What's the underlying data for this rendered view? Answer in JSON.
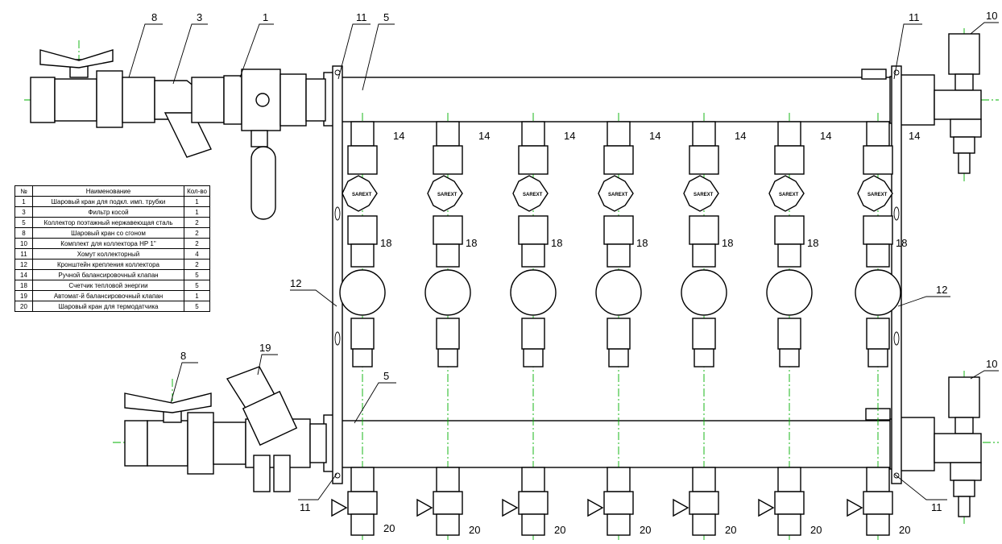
{
  "callouts": {
    "c1": "1",
    "c3": "3",
    "c5": "5",
    "c8": "8",
    "c10": "10",
    "c11": "11",
    "c12": "12",
    "c14": "14",
    "c18": "18",
    "c19": "19",
    "c20": "20"
  },
  "valve_brand": "SAREXT",
  "table": {
    "headers": [
      "№",
      "Наименование",
      "Кол-во"
    ],
    "rows": [
      {
        "no": "1",
        "name": "Шаровый кран для подкл. имп. трубки",
        "qty": "1"
      },
      {
        "no": "3",
        "name": "Фильтр косой",
        "qty": "1"
      },
      {
        "no": "5",
        "name": "Коллектор поэтажный нержавеющая сталь",
        "qty": "2"
      },
      {
        "no": "8",
        "name": "Шаровый кран со сгоном",
        "qty": "2"
      },
      {
        "no": "10",
        "name": "Комплект для коллектора НР 1\"",
        "qty": "2"
      },
      {
        "no": "11",
        "name": "Хомут коллекторный",
        "qty": "4"
      },
      {
        "no": "12",
        "name": "Кронштейн крепления коллектора",
        "qty": "2"
      },
      {
        "no": "14",
        "name": "Ручной балансировочный клапан",
        "qty": "5"
      },
      {
        "no": "18",
        "name": "Счетчик тепловой энергии",
        "qty": "5"
      },
      {
        "no": "19",
        "name": "Автомат-й балансировочный клапан",
        "qty": "1"
      },
      {
        "no": "20",
        "name": "Шаровый кран для термодатчика",
        "qty": "5"
      }
    ]
  },
  "colors": {
    "line": "#000000",
    "axis": "#00b000",
    "background": "#ffffff"
  }
}
